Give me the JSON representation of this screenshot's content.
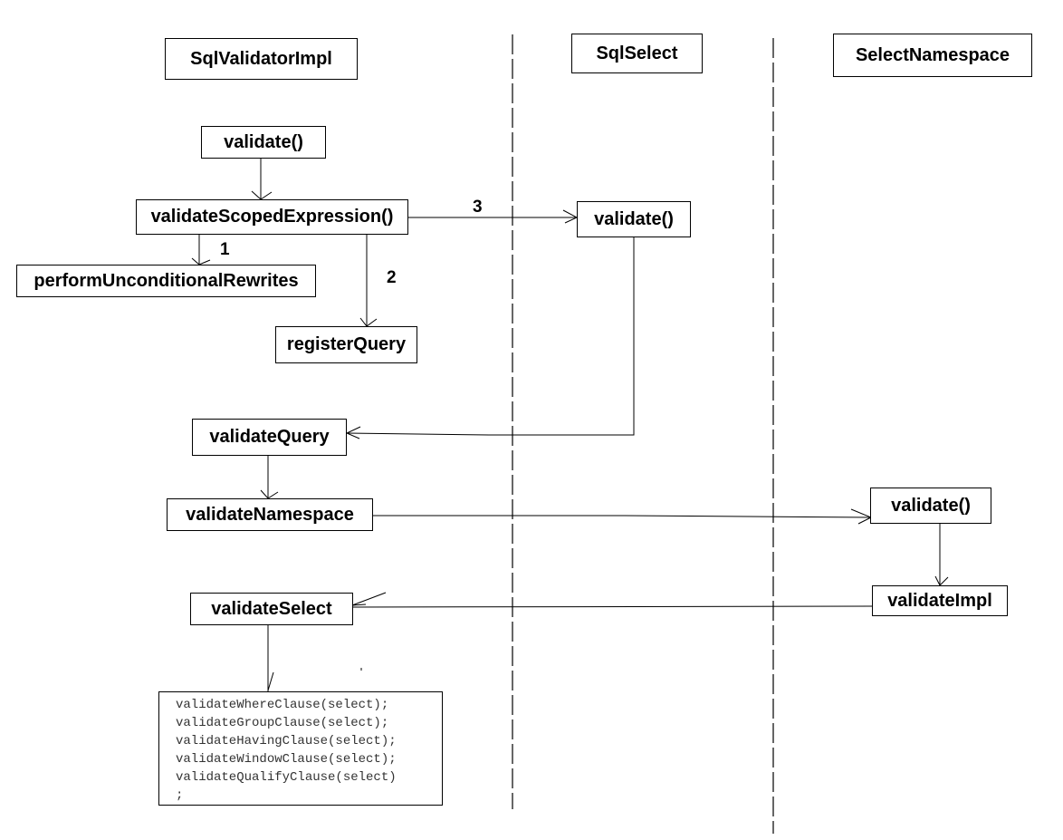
{
  "lifelines": {
    "validator": "SqlValidatorImpl",
    "sqlselect": "SqlSelect",
    "namespace": "SelectNamespace"
  },
  "calls": {
    "validate_root": "validate()",
    "validate_scoped": "validateScopedExpression()",
    "unconditional_rewrites": "performUnconditionalRewrites",
    "register_query": "registerQuery",
    "sqlselect_validate": "validate()",
    "validate_query": "validateQuery",
    "validate_namespace": "validateNamespace",
    "namespace_validate": "validate()",
    "validate_impl": "validateImpl",
    "validate_select": "validateSelect"
  },
  "steps": {
    "step1": "1",
    "step2": "2",
    "step3": "3"
  },
  "code": {
    "lines": [
      "validateWhereClause(select);",
      "validateGroupClause(select);",
      "validateHavingClause(select);",
      "validateWindowClause(select);",
      "validateQualifyClause(select)",
      ";"
    ]
  },
  "colors": {
    "line": "#000000",
    "background": "#ffffff",
    "code_text": "#333333"
  }
}
